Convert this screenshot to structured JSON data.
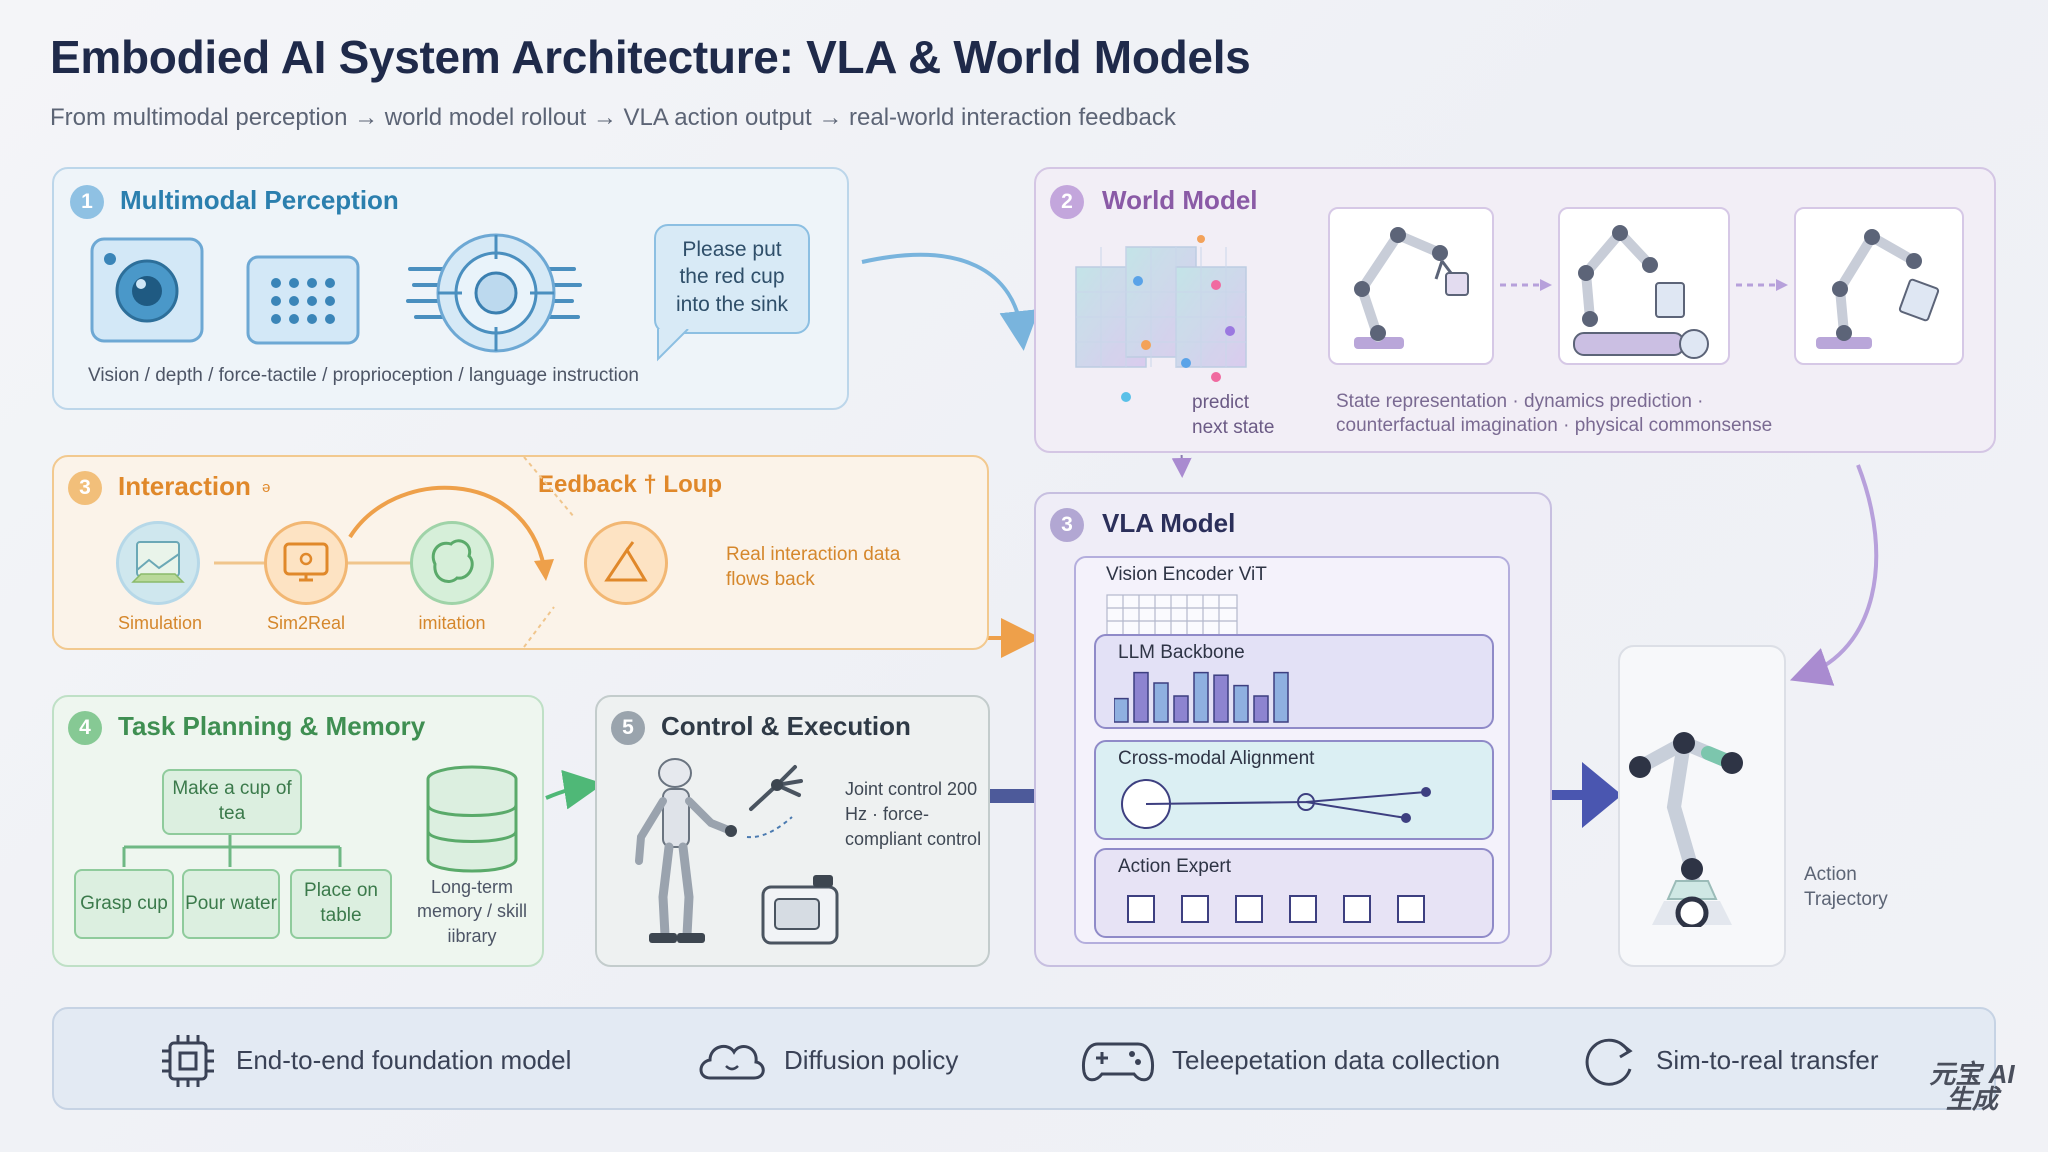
{
  "header": {
    "title": "Embodied AI System Architecture: VLA & World Models",
    "subtitle": "From multimodal perception → world model rollout → VLA action output → real-world interaction feedback"
  },
  "perception": {
    "number": "1",
    "title": "Multimodal Perception",
    "bubble_text": "Please put the red cup into the sink",
    "caption": "Vision / depth / force-tactile / proprioception / language instruction"
  },
  "world_model": {
    "number": "2",
    "title": "World Model",
    "predict_label": "predict next state",
    "description_line1": "State representation · dynamics prediction ·",
    "description_line2": "counterfactual imagination · physical commonsense"
  },
  "interaction": {
    "number": "3",
    "title": "Interaction",
    "title_mark": "ə",
    "feedback_title": "Eedback † Loup",
    "nodes": [
      "Simulation",
      "Sim2Real",
      "imitation"
    ],
    "flow_text": "Real interaction data flows back"
  },
  "planning": {
    "number": "4",
    "title": "Task Planning & Memory",
    "root": "Make a cup of tea",
    "children": [
      "Grasp cup",
      "Pour water",
      "Place on table"
    ],
    "memory_label": "Long-term memory / skill iibrary"
  },
  "control": {
    "number": "5",
    "title": "Control & Execution",
    "description": "Joint control 200 Hz · force-compliant control"
  },
  "vla": {
    "number": "3",
    "title": "VLA Model",
    "layers": [
      "Vision Encoder ViT",
      "LLM Backbone",
      "Cross-modal Alignment",
      "Action Expert"
    ],
    "llm_bar_levels": [
      0.45,
      0.95,
      0.75,
      0.5,
      0.95,
      0.9,
      0.7,
      0.5,
      0.95
    ]
  },
  "output": {
    "label": "Action Trajectory"
  },
  "bottom_bar": {
    "items": [
      {
        "icon": "chip-icon",
        "label": "End-to-end foundation model"
      },
      {
        "icon": "cloud-icon",
        "label": "Diffusion policy"
      },
      {
        "icon": "gamepad-icon",
        "label": "Teleepetation data collection"
      },
      {
        "icon": "refresh-icon",
        "label": "Sim-to-real transfer"
      }
    ]
  },
  "watermark": "元宝 AI生成",
  "colors": {
    "perception": "#2b7fae",
    "world_model": "#8a5aa6",
    "interaction": "#e59a3a",
    "planning": "#3f9a5a",
    "control": "#4a5560",
    "vla": "#3d3f80"
  }
}
